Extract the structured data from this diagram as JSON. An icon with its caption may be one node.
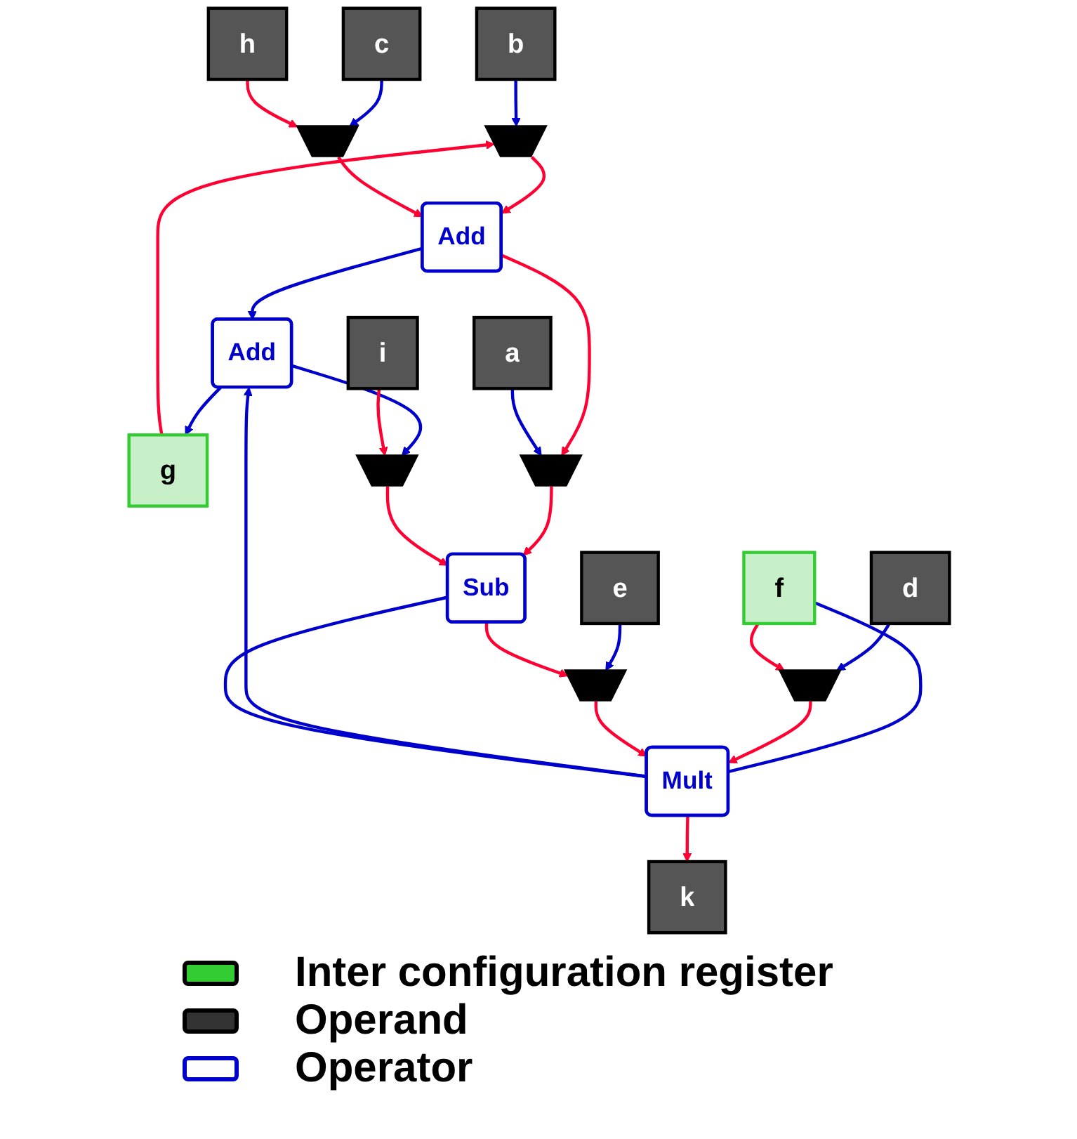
{
  "diagram": {
    "nodes": [
      {
        "text": [
          "b"
        ]
      },
      {
        "text": [
          "g"
        ]
      },
      {
        "text": [
          "c"
        ]
      },
      {
        "text": [
          "h"
        ]
      },
      {
        "text": [
          "d"
        ]
      },
      {
        "text": [
          "f"
        ]
      },
      {
        "text": [
          "e"
        ]
      },
      {
        "text": [],
        "shape": "trapezoid"
      },
      {
        "text": [],
        "shape": "trapezoid"
      },
      {
        "text": [],
        "shape": "trapezoid"
      },
      {
        "text": [],
        "shape": "trapezoid"
      },
      {
        "text": [
          "Add"
        ]
      },
      {
        "text": [
          "Mult"
        ]
      },
      {
        "text": [
          "a"
        ]
      },
      {
        "text": [
          "Add"
        ]
      },
      {
        "text": [
          "i"
        ]
      },
      {
        "text": [
          "k"
        ]
      },
      {
        "text": [],
        "shape": "trapezoid"
      },
      {
        "text": [],
        "shape": "trapezoid"
      },
      {
        "text": [
          "Sub"
        ]
      }
    ],
    "edges": [
      {
        "from": 0,
        "to": 7,
        "arrow": "to",
        "color": "#0000cc"
      },
      {
        "from": 1,
        "to": 7,
        "arrow": "to"
      },
      {
        "from": 2,
        "to": 8,
        "arrow": "to",
        "color": "#0000cc"
      },
      {
        "from": 3,
        "to": 8,
        "arrow": "to"
      },
      {
        "from": 4,
        "to": 9,
        "arrow": "to",
        "color": "#0000cc"
      },
      {
        "from": 5,
        "to": 9,
        "arrow": "to"
      },
      {
        "from": 5,
        "to": 12,
        "arrow": "none",
        "color": "#0000cc"
      },
      {
        "from": 6,
        "to": 10,
        "arrow": "to",
        "color": "#0000cc"
      },
      {
        "from": 19,
        "to": 10,
        "arrow": "to"
      },
      {
        "from": 7,
        "to": 11,
        "arrow": "to"
      },
      {
        "from": 8,
        "to": 11,
        "arrow": "to"
      },
      {
        "from": 9,
        "to": 12,
        "arrow": "to"
      },
      {
        "from": 10,
        "to": 12,
        "arrow": "to"
      },
      {
        "from": 11,
        "to": 14,
        "arrow": "to",
        "color": "#0000cc"
      },
      {
        "from": 12,
        "to": 14,
        "arrow": "to",
        "color": "#0000cc"
      },
      {
        "from": 11,
        "to": 17,
        "arrow": "to"
      },
      {
        "from": 12,
        "to": 16,
        "arrow": "to"
      },
      {
        "from": 12,
        "to": 19,
        "arrow": "none",
        "color": "#0000cc"
      },
      {
        "from": 14,
        "to": 1,
        "arrow": "to",
        "color": "#0000cc"
      },
      {
        "from": 13,
        "to": 17,
        "arrow": "to",
        "color": "#0000cc"
      },
      {
        "from": 14,
        "to": 18,
        "arrow": "to",
        "color": "#0000cc"
      },
      {
        "from": 15,
        "to": 18,
        "arrow": "to"
      },
      {
        "from": 17,
        "to": 19,
        "arrow": "to"
      },
      {
        "from": 18,
        "to": 19,
        "arrow": "to"
      }
    ],
    "legend": [
      {
        "text": "Inter configuration register",
        "color": "#33cc33"
      },
      {
        "text": "Operand",
        "color": "#333333"
      },
      {
        "text": "Operator"
      }
    ]
  }
}
